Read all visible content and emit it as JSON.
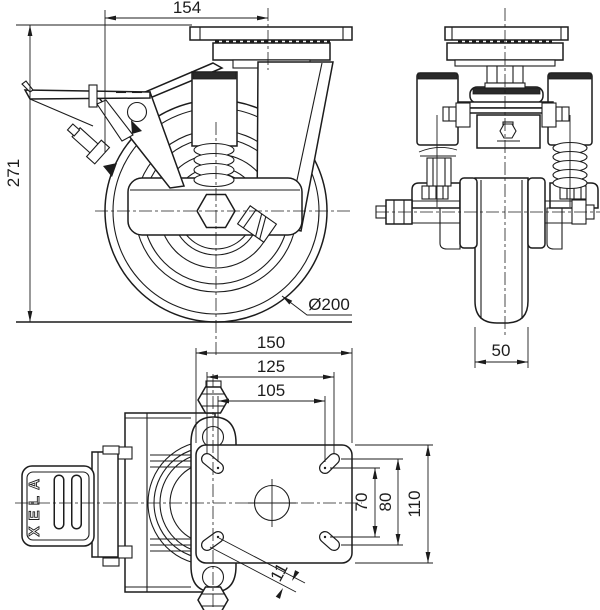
{
  "dimensions": {
    "front_view": {
      "top_width": "154",
      "overall_height": "271",
      "wheel_diameter": "Ø200"
    },
    "side_view": {
      "wheel_width": "50"
    },
    "plan_view": {
      "plate_width": "150",
      "slot_span_outer": "125",
      "slot_span_inner": "105",
      "slot_span_vertical_inner": "70",
      "slot_span_vertical_outer": "80",
      "plate_depth": "110",
      "slot_width": "11"
    }
  },
  "brand": {
    "name": "ALEX",
    "letters": [
      "A",
      "L",
      "E",
      "X"
    ]
  },
  "colors": {
    "line": "#1c1c1c",
    "background": "#ffffff",
    "dark_fill": "#2a2a2a"
  }
}
